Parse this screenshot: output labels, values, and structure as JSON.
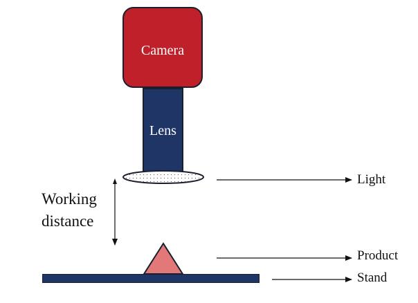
{
  "colors": {
    "camera": "#c0202a",
    "lens": "#1f3566",
    "stand": "#1f3566",
    "product": "#e37878",
    "outline": "#1a1f2e",
    "arrow": "#111111"
  },
  "components": {
    "camera": "Camera",
    "lens": "Lens"
  },
  "callouts": {
    "light": "Light",
    "product": "Product",
    "stand": "Stand"
  },
  "working_distance": {
    "line1": "Working",
    "line2": "distance"
  }
}
